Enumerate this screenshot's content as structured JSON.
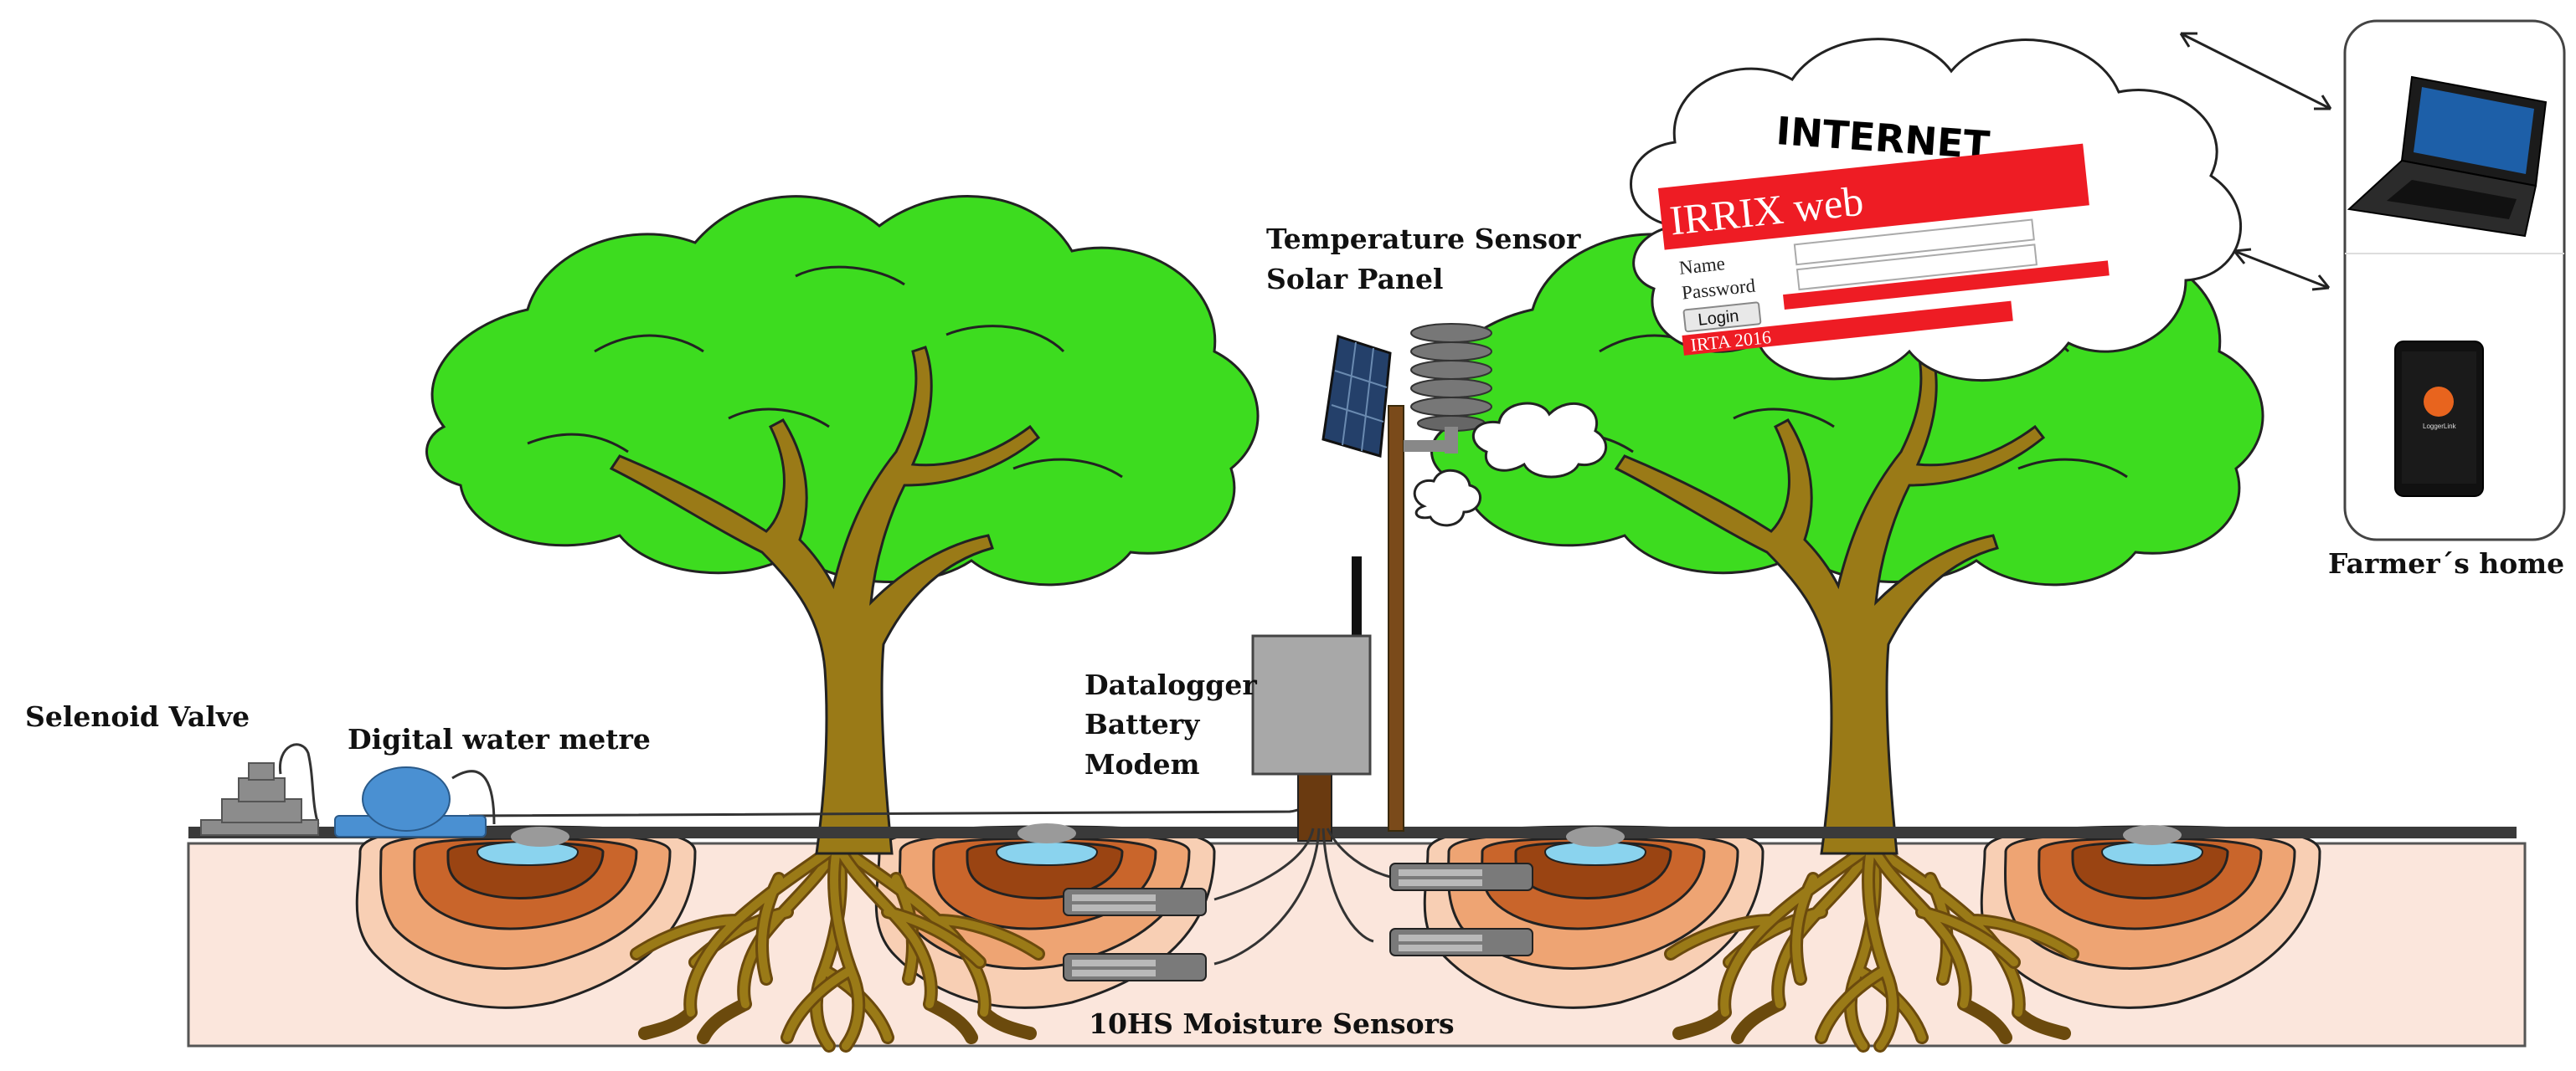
{
  "labels": {
    "solenoid_valve": "Selenoid Valve",
    "water_metre": "Digital water metre",
    "datalogger": "Datalogger",
    "battery": "Battery",
    "modem": "Modem",
    "temperature_sensor": "Temperature Sensor",
    "solar_panel": "Solar Panel",
    "moisture_sensors": "10HS Moisture Sensors",
    "farmers_home": "Farmer´s home"
  },
  "internet": {
    "title": "INTERNET",
    "web_title": "IRRIX web",
    "name_label": "Name",
    "password_label": "Password",
    "login_button": "Login",
    "footer": "IRTA 2016"
  },
  "phone_app": {
    "label": "LoggerLink"
  },
  "colors": {
    "soil": "#fbe6dc",
    "canopy": "#3ddc1f",
    "trunk": "#9a7a17",
    "pipe": "#3a3a3a",
    "valve": "#8c8c8c",
    "meter": "#4a90d2",
    "web_red": "#ee1c24",
    "bulb_dark": "#9a4412",
    "bulb_mid": "#c9652b",
    "bulb_light": "#eea473",
    "water": "#8ad3ee"
  }
}
